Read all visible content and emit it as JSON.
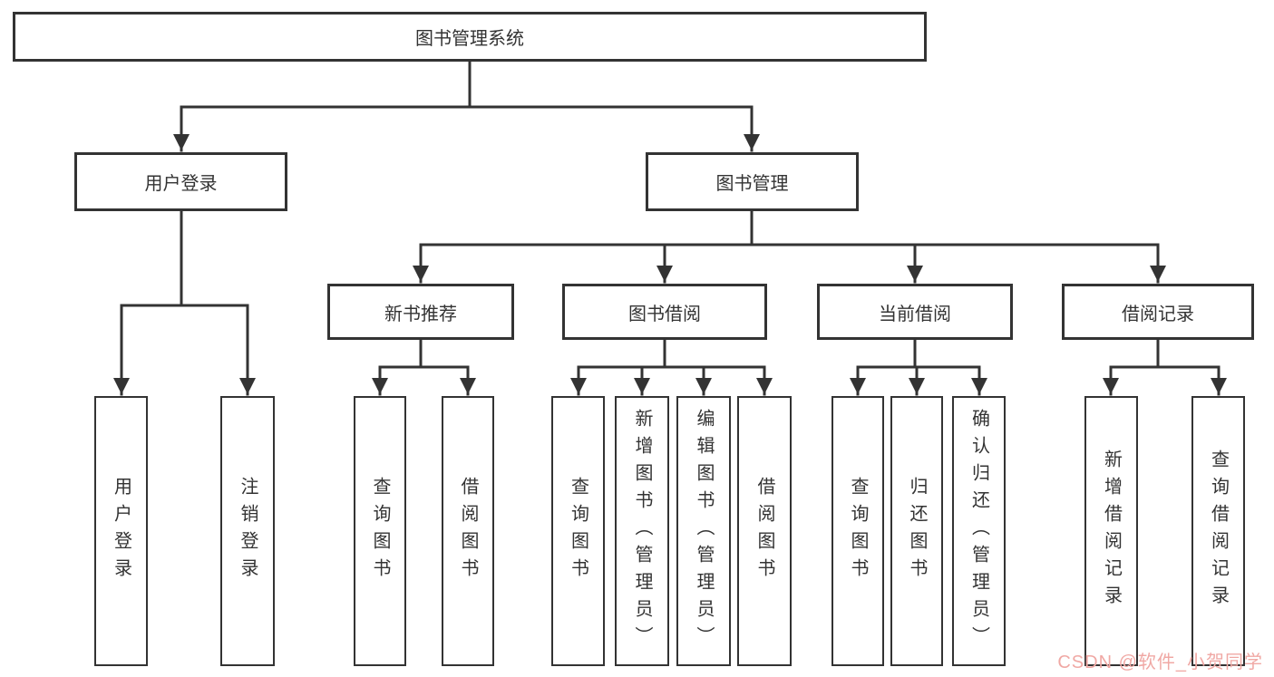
{
  "diagram": {
    "title": "图书管理系统",
    "branches": [
      {
        "label": "用户登录",
        "children": [
          {
            "label": "用户登录"
          },
          {
            "label": "注销登录"
          }
        ]
      },
      {
        "label": "图书管理",
        "children": [
          {
            "label": "新书推荐",
            "children": [
              {
                "label": "查询图书"
              },
              {
                "label": "借阅图书"
              }
            ]
          },
          {
            "label": "图书借阅",
            "children": [
              {
                "label": "查询图书"
              },
              {
                "label": "新增图书（管理员）"
              },
              {
                "label": "编辑图书（管理员）"
              },
              {
                "label": "借阅图书"
              }
            ]
          },
          {
            "label": "当前借阅",
            "children": [
              {
                "label": "查询图书"
              },
              {
                "label": "归还图书"
              },
              {
                "label": "确认归还（管理员）"
              }
            ]
          },
          {
            "label": "借阅记录",
            "children": [
              {
                "label": "新增借阅记录"
              },
              {
                "label": "查询借阅记录"
              }
            ]
          }
        ]
      }
    ]
  },
  "watermark": {
    "text": "CSDN @软件_小贺同学",
    "color": "#f0a8a4"
  },
  "colors": {
    "line": "#333333",
    "text": "#333333",
    "background": "#ffffff"
  }
}
